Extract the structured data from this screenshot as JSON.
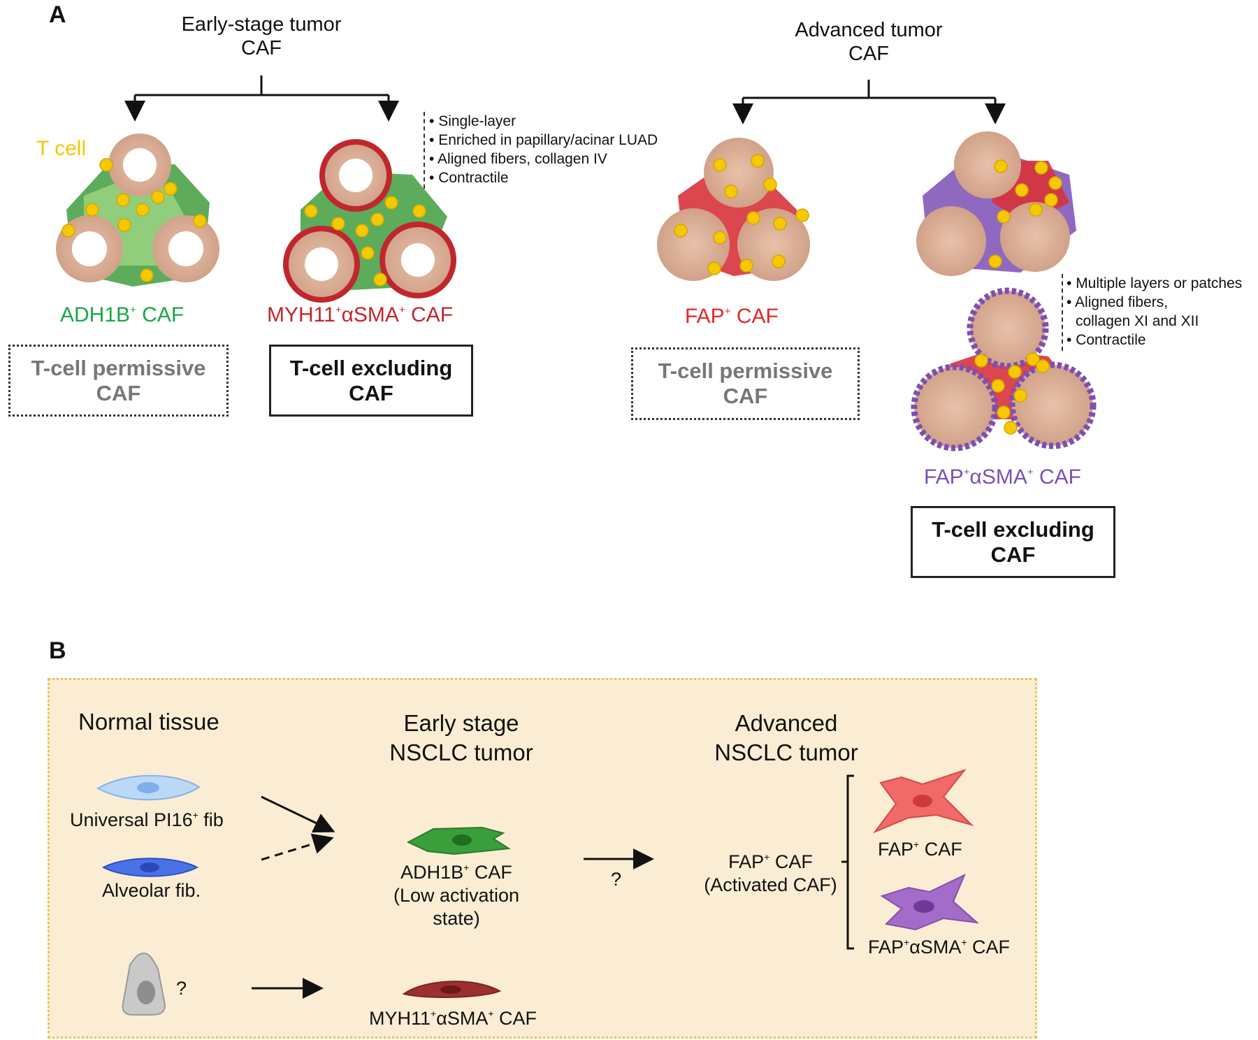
{
  "panel_a": {
    "letter": "A",
    "early": {
      "title_line1": "Early-stage tumor",
      "title_line2": "CAF",
      "tcell_label": "T cell",
      "left": {
        "name": "ADH1B",
        "suffix": "CAF",
        "box_line1": "T-cell permissive",
        "box_line2": "CAF"
      },
      "right": {
        "name_a": "MYH11",
        "name_b": "αSMA",
        "suffix": "CAF",
        "box_line1": "T-cell excluding",
        "box_line2": "CAF"
      },
      "features": [
        "Single-layer",
        "Enriched in papillary/acinar LUAD",
        "Aligned fibers, collagen IV",
        "Contractile"
      ]
    },
    "advanced": {
      "title_line1": "Advanced tumor",
      "title_line2": "CAF",
      "left": {
        "name": "FAP",
        "suffix": "CAF",
        "box_line1": "T-cell permissive",
        "box_line2": "CAF"
      },
      "right": {
        "name_a": "FAP",
        "name_b": "αSMA",
        "suffix": "CAF",
        "box_line1": "T-cell excluding",
        "box_line2": "CAF"
      },
      "features": [
        "Multiple layers or patches",
        "Aligned fibers,",
        "collagen XI and XII",
        "Contractile"
      ]
    },
    "sup": "+"
  },
  "panel_b": {
    "letter": "B",
    "normal_title": "Normal tissue",
    "early_title_line1": "Early stage",
    "early_title_line2": "NSCLC tumor",
    "adv_title_line1": "Advanced",
    "adv_title_line2": "NSCLC tumor",
    "universal_fib_a": "Universal PI16",
    "universal_fib_b": "fib",
    "alveolar_fib": "Alveolar fib.",
    "unknown_mark": "?",
    "adh1b_a": "ADH1B",
    "adh1b_b": "CAF",
    "adh1b_state_line1": "(Low activation",
    "adh1b_state_line2": "state)",
    "transition_mark": "?",
    "fap_activated_a": "FAP",
    "fap_activated_b": "CAF",
    "fap_activated_line2": "(Activated CAF)",
    "fap_caf_a": "FAP",
    "fap_caf_b": "CAF",
    "fap_asma_a": "FAP",
    "fap_asma_b": "αSMA",
    "fap_asma_c": "CAF",
    "myh11_a": "MYH11",
    "myh11_b": "αSMA",
    "myh11_c": "CAF",
    "sup": "+"
  },
  "colors": {
    "adh1b": "#1aa64a",
    "myh11": "#c0272d",
    "fap": "#e02828",
    "fap_asma": "#7b4fb5",
    "tcell": "#f5c800",
    "permissive_text": "#777777",
    "panel_b_bg": "#fbedd4"
  }
}
